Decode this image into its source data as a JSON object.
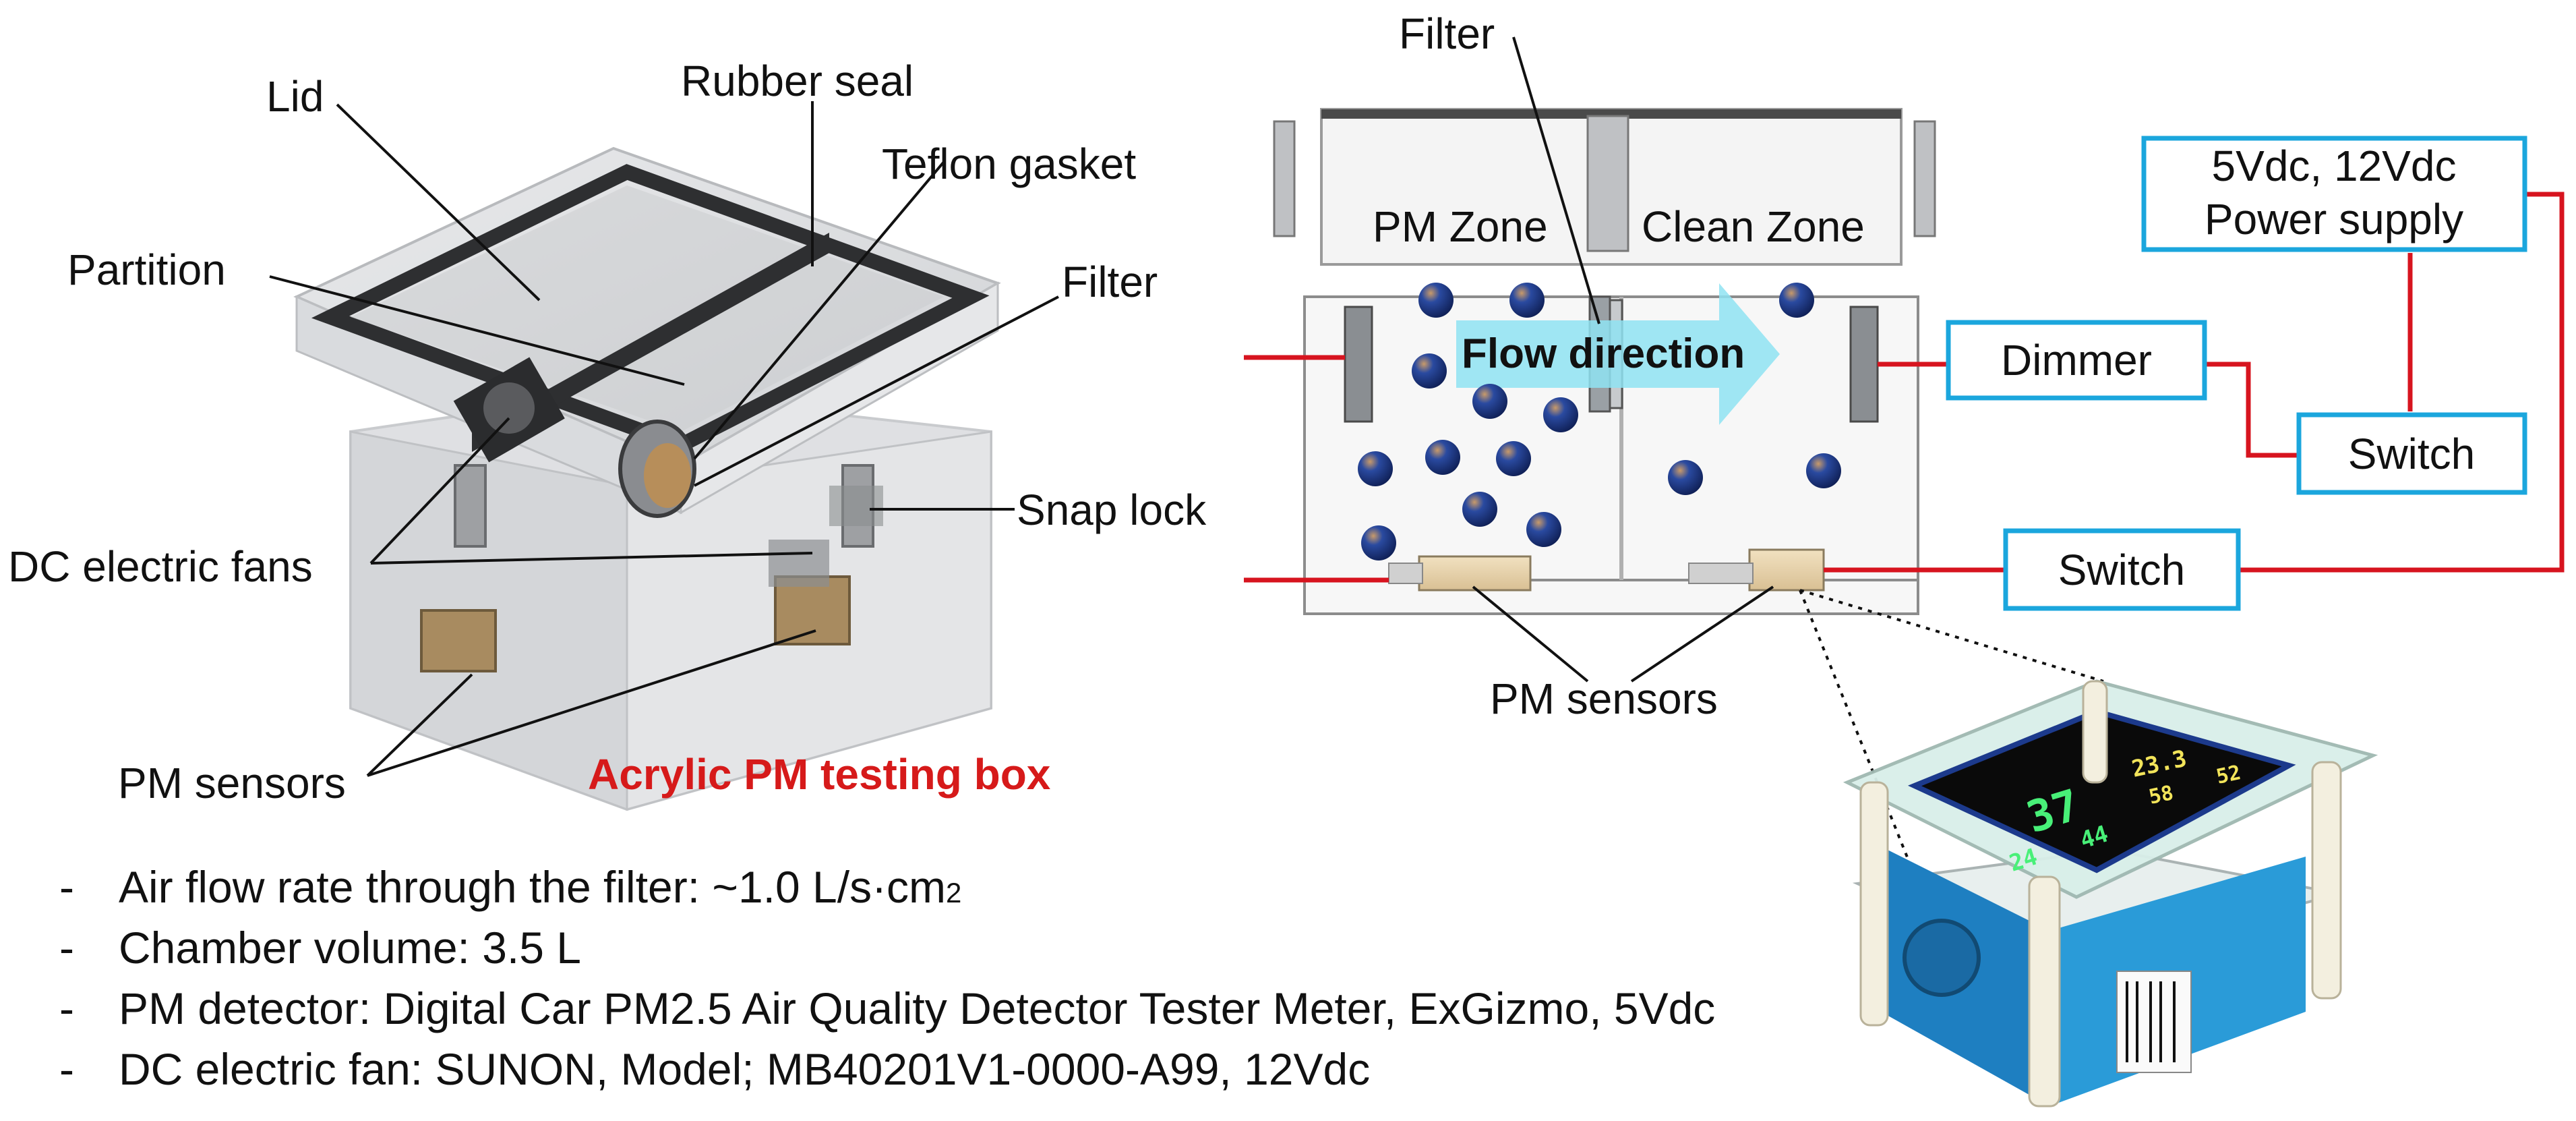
{
  "left_labels": {
    "lid": "Lid",
    "rubber_seal": "Rubber seal",
    "teflon_gasket": "Teflon gasket",
    "partition": "Partition",
    "filter": "Filter",
    "snap_lock": "Snap lock",
    "dc_fans": "DC electric fans",
    "pm_sensors": "PM sensors",
    "box_title": "Acrylic PM testing box"
  },
  "right_labels": {
    "filter": "Filter",
    "pm_zone": "PM Zone",
    "clean_zone": "Clean Zone",
    "flow_direction": "Flow direction",
    "pm_sensors": "PM sensors",
    "power_supply_line1": "5Vdc, 12Vdc",
    "power_supply_line2": "Power supply",
    "dimmer": "Dimmer",
    "switch_top": "Switch",
    "switch_bottom": "Switch"
  },
  "detector_display": {
    "value_main": "37",
    "value_sub1": "24",
    "value_sub2": "44",
    "value_temp": "23.3",
    "value_rh": "58",
    "value_aqi": "52"
  },
  "specs": [
    {
      "label": "Air flow rate through the filter: ~1.0 L/s·cm",
      "sup": "2"
    },
    {
      "label": "Chamber volume: 3.5 L",
      "sup": ""
    },
    {
      "label": "PM detector: Digital Car PM2.5 Air Quality Detector Tester Meter, ExGizmo, 5Vdc",
      "sup": ""
    },
    {
      "label": "DC electric fan: SUNON, Model; MB40201V1-0000-A99, 12Vdc",
      "sup": ""
    }
  ],
  "colors": {
    "wire": "#d7141f",
    "box_border": "#1ba6dd",
    "flow_arrow": "#8fe3f2",
    "title_red": "#d61a1a",
    "particle": "#1d3a8a"
  }
}
